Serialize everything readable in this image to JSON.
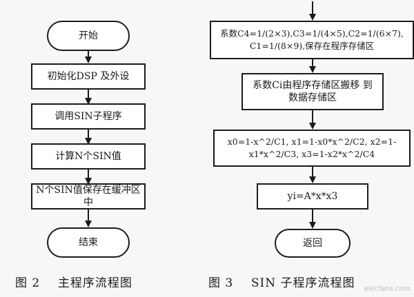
{
  "fig2": {
    "nodes": [
      {
        "text": "开始"
      },
      {
        "text": "初始化DSP 及外设"
      },
      {
        "text": "调用SIN子程序"
      },
      {
        "text": "计算N个SIN值"
      },
      {
        "text": "N个SIN值保存在缓冲区中"
      },
      {
        "text": "结束"
      }
    ],
    "caption": "图 2    主程序流程图"
  },
  "fig3": {
    "nodes": [
      {
        "text": "系数C4=1/(2×3),C3=1/(4×5),C2=1/(6×7), C1=1/(8×9),保存在程序存储区"
      },
      {
        "text": "系数Ci由程序存储区搬移 到数据存储区"
      },
      {
        "text": "x0=1-x^2/C1, x1=1-x0*x^2/C2, x2=1-x1*x^2/C3, x3=1-x2*x^2/C4"
      },
      {
        "text": "yi=A*x*x3"
      },
      {
        "text": "返回"
      }
    ],
    "caption": "图 3    SIN 子程序流程图"
  },
  "watermark": "elecfans.com"
}
